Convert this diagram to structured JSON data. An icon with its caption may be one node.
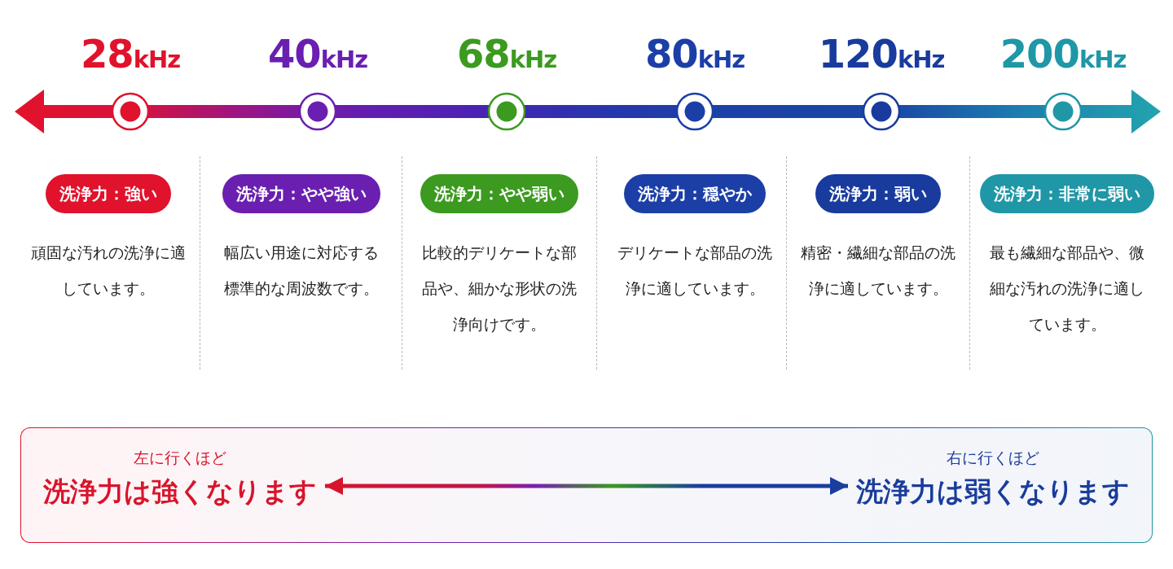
{
  "diagram": {
    "nodes": [
      {
        "text": [
          "洗浄力：強い"
        ],
        "beside": [
          "頑固な汚れの洗浄に適しています。"
        ]
      },
      {
        "text": [
          "洗浄力：やや強い"
        ],
        "beside": [
          "幅広い用途に対応する標準的な周波数です。"
        ]
      },
      {
        "text": [
          "洗浄力：やや弱い"
        ],
        "beside": [
          "比較的デリケートな部品や、細かな形状の洗浄向けです。"
        ]
      },
      {
        "text": [
          "洗浄力：穏やか"
        ],
        "beside": [
          "デリケートな部品の洗浄に適しています。"
        ]
      },
      {
        "text": [
          "洗浄力：弱い"
        ],
        "beside": [
          "精密・繊細な部品の洗浄に適しています。"
        ]
      },
      {
        "text": [
          "洗浄力：非常に弱い"
        ],
        "beside": [
          "最も繊細な部品や、微細な汚れの洗浄に適しています。"
        ]
      },
      {
        "text": [],
        "shape": "box"
      },
      {
        "text": [
          "左に行くほど",
          "洗浄力は強くなります"
        ],
        "in": 6
      },
      {
        "text": [
          "右に行くほど",
          "洗浄力は弱くなります"
        ],
        "in": 6
      }
    ],
    "edges": [
      {
        "from": 7,
        "to": 8,
        "arrow": "both"
      }
    ],
    "labels": [
      "28kHz",
      "40kHz",
      "68kHz",
      "80kHz",
      "120kHz",
      "200kHz"
    ]
  }
}
